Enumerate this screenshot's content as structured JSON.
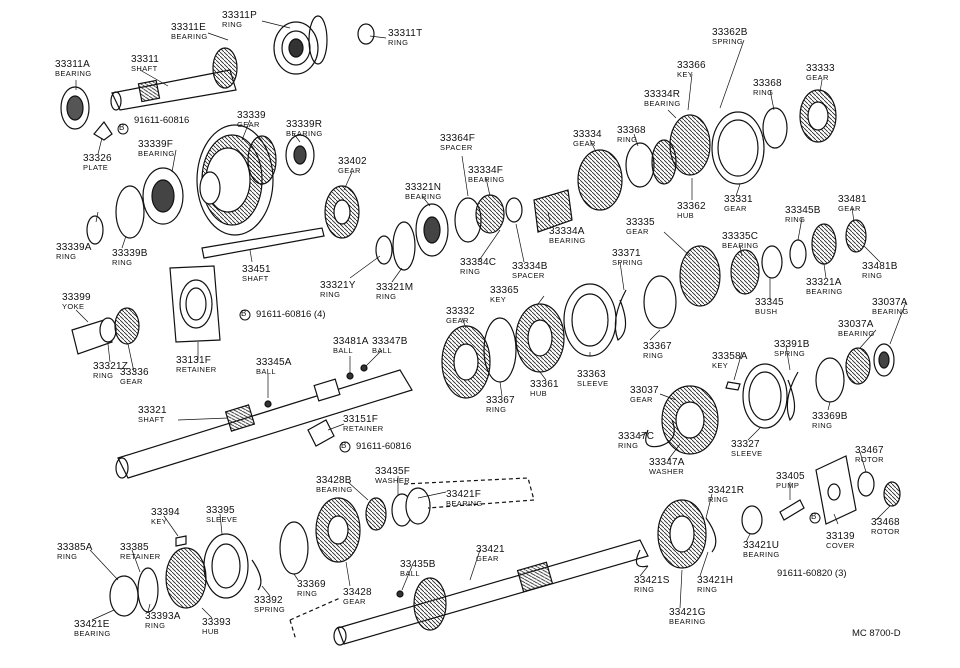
{
  "diagram_code": "MC  8700-D",
  "callouts": [
    {
      "id": "c33311P",
      "part": "33311P",
      "name": "RING"
    },
    {
      "id": "c33311E",
      "part": "33311E",
      "name": "BEARING"
    },
    {
      "id": "c33311T",
      "part": "33311T",
      "name": "RING"
    },
    {
      "id": "c33311",
      "part": "33311",
      "name": "SHAFT"
    },
    {
      "id": "c33311A",
      "part": "33311A",
      "name": "BEARING"
    },
    {
      "id": "c33326",
      "part": "33326",
      "name": "PLATE"
    },
    {
      "id": "c33339",
      "part": "33339",
      "name": "GEAR"
    },
    {
      "id": "c33339R",
      "part": "33339R",
      "name": "BEARING"
    },
    {
      "id": "c33339F",
      "part": "33339F",
      "name": "BEARING"
    },
    {
      "id": "c33339A",
      "part": "33339A",
      "name": "RING"
    },
    {
      "id": "c33339B",
      "part": "33339B",
      "name": "RING"
    },
    {
      "id": "c33402",
      "part": "33402",
      "name": "GEAR"
    },
    {
      "id": "c33451",
      "part": "33451",
      "name": "SHAFT"
    },
    {
      "id": "c33364F",
      "part": "33364F",
      "name": "SPACER"
    },
    {
      "id": "c33334F",
      "part": "33334F",
      "name": "BEARING"
    },
    {
      "id": "c33321N",
      "part": "33321N",
      "name": "BEARING"
    },
    {
      "id": "c33321Y",
      "part": "33321Y",
      "name": "RING"
    },
    {
      "id": "c33321M",
      "part": "33321M",
      "name": "RING"
    },
    {
      "id": "c33334C",
      "part": "33334C",
      "name": "RING"
    },
    {
      "id": "c33334B",
      "part": "33334B",
      "name": "SPACER"
    },
    {
      "id": "c33334A",
      "part": "33334A",
      "name": "BEARING"
    },
    {
      "id": "c33334",
      "part": "33334",
      "name": "GEAR"
    },
    {
      "id": "c33368a",
      "part": "33368",
      "name": "RING"
    },
    {
      "id": "c33334R",
      "part": "33334R",
      "name": "BEARING"
    },
    {
      "id": "c33366",
      "part": "33366",
      "name": "KEY"
    },
    {
      "id": "c33362B",
      "part": "33362B",
      "name": "SPRING"
    },
    {
      "id": "c33368b",
      "part": "33368",
      "name": "RING"
    },
    {
      "id": "c33333",
      "part": "33333",
      "name": "GEAR"
    },
    {
      "id": "c33362",
      "part": "33362",
      "name": "HUB"
    },
    {
      "id": "c33331",
      "part": "33331",
      "name": "GEAR"
    },
    {
      "id": "c33399",
      "part": "33399",
      "name": "YOKE"
    },
    {
      "id": "c33321Z",
      "part": "33321Z",
      "name": "RING"
    },
    {
      "id": "c33336",
      "part": "33336",
      "name": "GEAR"
    },
    {
      "id": "c33131F",
      "part": "33131F",
      "name": "RETAINER"
    },
    {
      "id": "c33481A",
      "part": "33481A",
      "name": "BALL"
    },
    {
      "id": "c33347B",
      "part": "33347B",
      "name": "BALL"
    },
    {
      "id": "c33345A",
      "part": "33345A",
      "name": "BALL"
    },
    {
      "id": "c33321",
      "part": "33321",
      "name": "SHAFT"
    },
    {
      "id": "c33151F",
      "part": "33151F",
      "name": "RETAINER"
    },
    {
      "id": "c33332",
      "part": "33332",
      "name": "GEAR"
    },
    {
      "id": "c33365",
      "part": "33365",
      "name": "KEY"
    },
    {
      "id": "c33371",
      "part": "33371",
      "name": "SPRING"
    },
    {
      "id": "c33367a",
      "part": "33367",
      "name": "RING"
    },
    {
      "id": "c33361",
      "part": "33361",
      "name": "HUB"
    },
    {
      "id": "c33363",
      "part": "33363",
      "name": "SLEEVE"
    },
    {
      "id": "c33367b",
      "part": "33367",
      "name": "RING"
    },
    {
      "id": "c33335",
      "part": "33335",
      "name": "GEAR"
    },
    {
      "id": "c33335C",
      "part": "33335C",
      "name": "BEARING"
    },
    {
      "id": "c33345B",
      "part": "33345B",
      "name": "RING"
    },
    {
      "id": "c33481",
      "part": "33481",
      "name": "GEAR"
    },
    {
      "id": "c33481B",
      "part": "33481B",
      "name": "RING"
    },
    {
      "id": "c33321A",
      "part": "33321A",
      "name": "BEARING"
    },
    {
      "id": "c33345",
      "part": "33345",
      "name": "BUSH"
    },
    {
      "id": "c33037Ab",
      "part": "33037A",
      "name": "BEARING"
    },
    {
      "id": "c33037Aa",
      "part": "33037A",
      "name": "BEARING"
    },
    {
      "id": "c33358A",
      "part": "33358A",
      "name": "KEY"
    },
    {
      "id": "c33391B",
      "part": "33391B",
      "name": "SPRING"
    },
    {
      "id": "c33037",
      "part": "33037",
      "name": "GEAR"
    },
    {
      "id": "c33369B",
      "part": "33369B",
      "name": "RING"
    },
    {
      "id": "c33347C",
      "part": "33347C",
      "name": "RING"
    },
    {
      "id": "c33347A",
      "part": "33347A",
      "name": "WASHER"
    },
    {
      "id": "c33327",
      "part": "33327",
      "name": "SLEEVE"
    },
    {
      "id": "c33467",
      "part": "33467",
      "name": "ROTOR"
    },
    {
      "id": "c33405",
      "part": "33405",
      "name": "PUMP"
    },
    {
      "id": "c33468",
      "part": "33468",
      "name": "ROTOR"
    },
    {
      "id": "c33139",
      "part": "33139",
      "name": "COVER"
    },
    {
      "id": "c33421R",
      "part": "33421R",
      "name": "RING"
    },
    {
      "id": "c33421U",
      "part": "33421U",
      "name": "BEARING"
    },
    {
      "id": "c33428B",
      "part": "33428B",
      "name": "BEARING"
    },
    {
      "id": "c33435F",
      "part": "33435F",
      "name": "WASHER"
    },
    {
      "id": "c33421F",
      "part": "33421F",
      "name": "BEARING"
    },
    {
      "id": "c33394",
      "part": "33394",
      "name": "KEY"
    },
    {
      "id": "c33395",
      "part": "33395",
      "name": "SLEEVE"
    },
    {
      "id": "c33385A",
      "part": "33385A",
      "name": "RING"
    },
    {
      "id": "c33385",
      "part": "33385",
      "name": "RETAINER"
    },
    {
      "id": "c33369",
      "part": "33369",
      "name": "RING"
    },
    {
      "id": "c33392",
      "part": "33392",
      "name": "SPRING"
    },
    {
      "id": "c33428",
      "part": "33428",
      "name": "GEAR"
    },
    {
      "id": "c33435B",
      "part": "33435B",
      "name": "BALL"
    },
    {
      "id": "c33421",
      "part": "33421",
      "name": "GEAR"
    },
    {
      "id": "c33421S",
      "part": "33421S",
      "name": "RING"
    },
    {
      "id": "c33421H",
      "part": "33421H",
      "name": "RING"
    },
    {
      "id": "c33421G",
      "part": "33421G",
      "name": "BEARING"
    },
    {
      "id": "c33393A",
      "part": "33393A",
      "name": "RING"
    },
    {
      "id": "c33393",
      "part": "33393",
      "name": "HUB"
    },
    {
      "id": "c33421E",
      "part": "33421E",
      "name": "BEARING"
    }
  ],
  "references": [
    {
      "id": "r1",
      "symbol": "B",
      "text": "91611-60816"
    },
    {
      "id": "r2",
      "symbol": "B",
      "text": "91611-60816 (4)"
    },
    {
      "id": "r3",
      "symbol": "B",
      "text": "91611-60816"
    },
    {
      "id": "r4",
      "symbol": "B",
      "text": "91611-60820 (3)"
    }
  ]
}
